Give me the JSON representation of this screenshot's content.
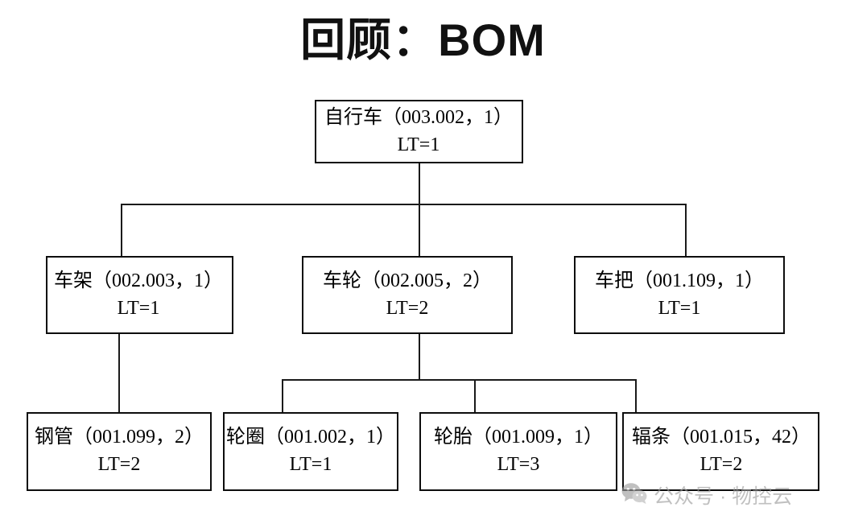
{
  "title": "回顾：BOM",
  "diagram": {
    "type": "bom-tree",
    "nodes": [
      {
        "id": "bicycle",
        "level": 0,
        "label": "自行车（003.002，1）",
        "name": "自行车",
        "code": "003.002",
        "qty": "1",
        "lt_label": "LT=1",
        "lt": 1,
        "parent": null
      },
      {
        "id": "frame",
        "level": 1,
        "label": "车架（002.003，1）",
        "name": "车架",
        "code": "002.003",
        "qty": "1",
        "lt_label": "LT=1",
        "lt": 1,
        "parent": "bicycle"
      },
      {
        "id": "wheel",
        "level": 1,
        "label": "车轮（002.005，2）",
        "name": "车轮",
        "code": "002.005",
        "qty": "2",
        "lt_label": "LT=2",
        "lt": 2,
        "parent": "bicycle"
      },
      {
        "id": "handlebar",
        "level": 1,
        "label": "车把（001.109，1）",
        "name": "车把",
        "code": "001.109",
        "qty": "1",
        "lt_label": "LT=1",
        "lt": 1,
        "parent": "bicycle"
      },
      {
        "id": "steel-tube",
        "level": 2,
        "label": "钢管（001.099，2）",
        "name": "钢管",
        "code": "001.099",
        "qty": "2",
        "lt_label": "LT=2",
        "lt": 2,
        "parent": "frame"
      },
      {
        "id": "rim",
        "level": 2,
        "label": "轮圈（001.002，1）",
        "name": "轮圈",
        "code": "001.002",
        "qty": "1",
        "lt_label": "LT=1",
        "lt": 1,
        "parent": "wheel"
      },
      {
        "id": "tire",
        "level": 2,
        "label": "轮胎（001.009，1）",
        "name": "轮胎",
        "code": "001.009",
        "qty": "1",
        "lt_label": "LT=3",
        "lt": 3,
        "parent": "wheel"
      },
      {
        "id": "spoke",
        "level": 2,
        "label": "辐条（001.015，42）",
        "name": "辐条",
        "code": "001.015",
        "qty": "42",
        "lt_label": "LT=2",
        "lt": 2,
        "parent": "wheel"
      }
    ]
  },
  "watermark": {
    "icon": "wechat-icon",
    "text": "公众号 · 物控云"
  },
  "colors": {
    "background": "#ffffff",
    "line": "#1a1a1a",
    "text": "#000000",
    "watermark": "#9a9a9a"
  }
}
